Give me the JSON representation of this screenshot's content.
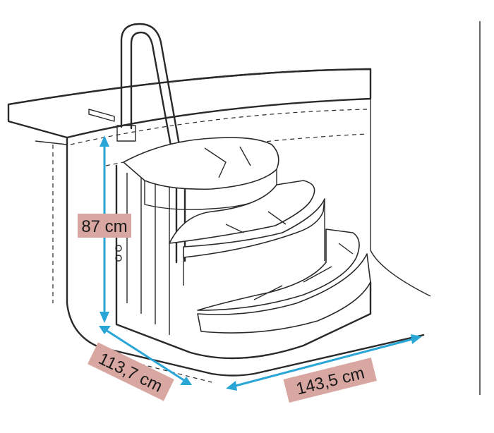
{
  "dimensions": {
    "height": "87 cm",
    "depth": "113,7 cm",
    "width": "143,5 cm"
  },
  "colors": {
    "arrow": "#2aa6d6",
    "label_background": "#d9a7a1",
    "line_art": "#2a2a2a"
  }
}
